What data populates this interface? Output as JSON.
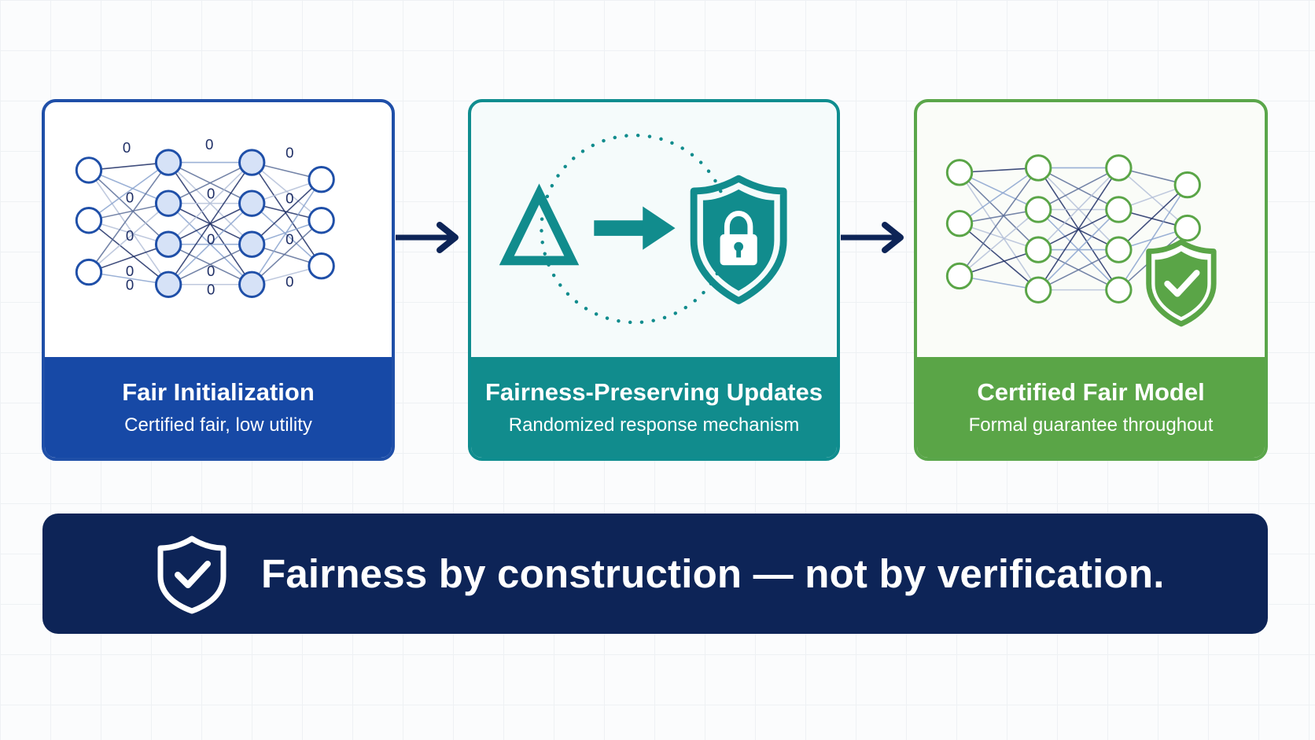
{
  "steps": [
    {
      "title": "Fair Initialization",
      "subtitle": "Certified fair, low utility",
      "accent": "#1749a6",
      "network_label": "0"
    },
    {
      "title": "Fairness-Preserving Updates",
      "subtitle": "Randomized response mechanism",
      "accent": "#118c8d",
      "symbol": "Δ"
    },
    {
      "title": "Certified Fair Model",
      "subtitle": "Formal guarantee throughout",
      "accent": "#5aa547"
    }
  ],
  "banner": {
    "text": "Fairness by construction — not by verification.",
    "background": "#0d2457"
  },
  "icons": [
    "neural-network-icon",
    "arrow-right-icon",
    "delta-symbol",
    "lock-shield-icon",
    "check-shield-icon"
  ]
}
